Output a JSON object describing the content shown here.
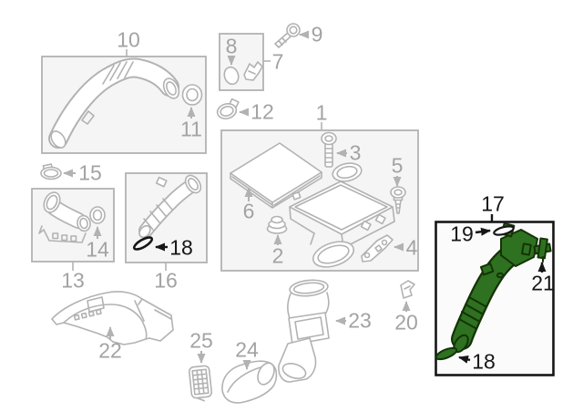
{
  "diagram": {
    "type": "parts-diagram",
    "colors": {
      "background": "#ffffff",
      "line": "#b2b2b2",
      "label": "#a3a3a3",
      "highlight": "#161616",
      "part_green": "#2e7120",
      "box_fill": "#f5f5f5",
      "highlight_box_fill": "#fbfbfb"
    },
    "callouts": {
      "c1": "1",
      "c2": "2",
      "c3": "3",
      "c4": "4",
      "c5": "5",
      "c6": "6",
      "c7": "7",
      "c8": "8",
      "c9": "9",
      "c10": "10",
      "c11": "11",
      "c12": "12",
      "c13": "13",
      "c14": "14",
      "c15": "15",
      "c16": "16",
      "c17": "17",
      "c18a": "18",
      "c18b": "18",
      "c19": "19",
      "c20": "20",
      "c21": "21",
      "c22": "22",
      "c23": "23",
      "c24": "24",
      "c25": "25"
    },
    "highlighted_callouts": [
      "17",
      "18",
      "19",
      "21"
    ]
  }
}
